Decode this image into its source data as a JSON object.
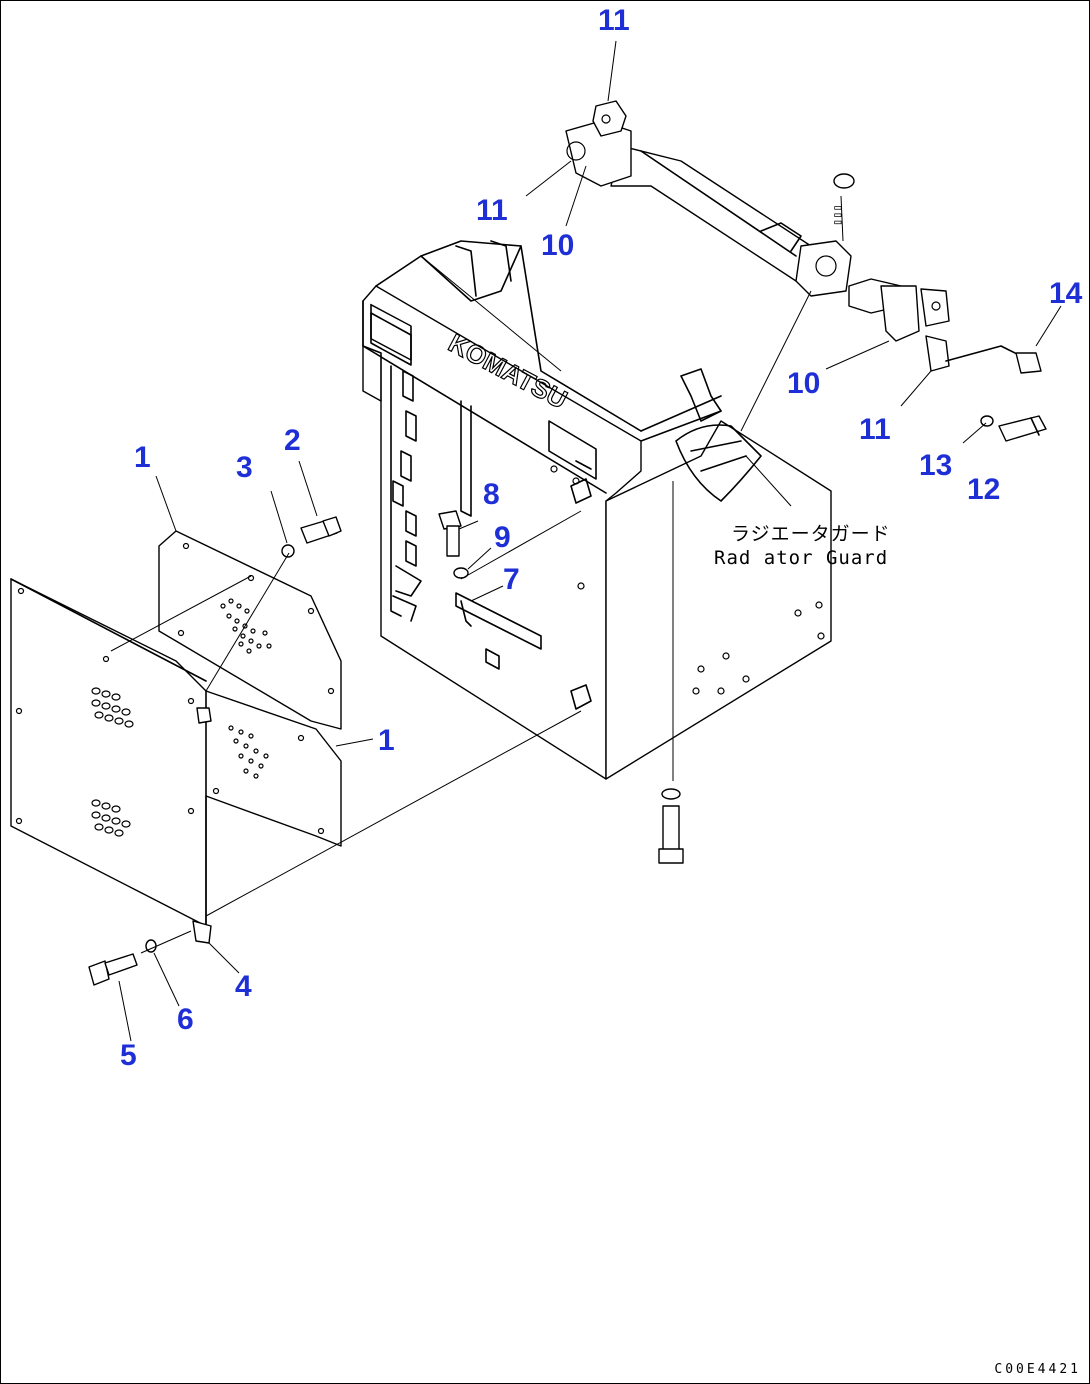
{
  "callouts": [
    {
      "id": "c1a",
      "text": "1"
    },
    {
      "id": "c1b",
      "text": "1"
    },
    {
      "id": "c2",
      "text": "2"
    },
    {
      "id": "c3",
      "text": "3"
    },
    {
      "id": "c4",
      "text": "4"
    },
    {
      "id": "c5",
      "text": "5"
    },
    {
      "id": "c6",
      "text": "6"
    },
    {
      "id": "c7",
      "text": "7"
    },
    {
      "id": "c8",
      "text": "8"
    },
    {
      "id": "c9",
      "text": "9"
    },
    {
      "id": "c10a",
      "text": "10"
    },
    {
      "id": "c10b",
      "text": "10"
    },
    {
      "id": "c11a",
      "text": "11"
    },
    {
      "id": "c11b",
      "text": "11"
    },
    {
      "id": "c11c",
      "text": "11"
    },
    {
      "id": "c12",
      "text": "12"
    },
    {
      "id": "c13",
      "text": "13"
    },
    {
      "id": "c14",
      "text": "14"
    }
  ],
  "annotation": {
    "japanese": "ラジエータガード",
    "english": "Rad ator Guard"
  },
  "brand_mark": "KOMATSU",
  "drawing_number": "C00E4421",
  "colors": {
    "callout": "#1f2fd6",
    "line": "#000000",
    "background": "#ffffff"
  }
}
